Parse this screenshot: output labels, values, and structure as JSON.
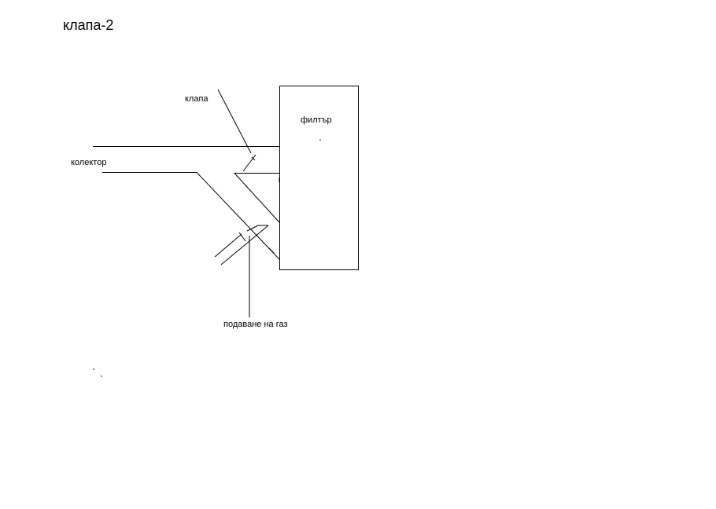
{
  "diagram": {
    "title": "клапа-2",
    "labels": {
      "valve": "клапа",
      "filter": "филтър",
      "collector": "колектор",
      "gas_supply": "подаване на газ"
    },
    "colors": {
      "background": "#ffffff",
      "ink": "#000000"
    }
  }
}
